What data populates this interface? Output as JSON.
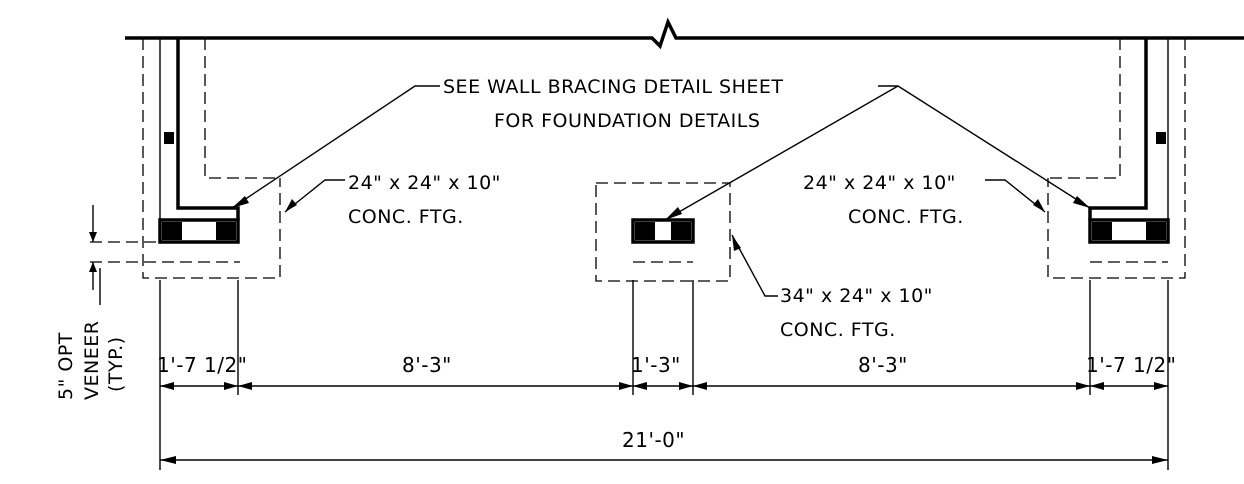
{
  "notes": {
    "bracing_line1": "SEE WALL BRACING DETAIL SHEET",
    "bracing_line2": "FOR FOUNDATION DETAILS",
    "left_ftg_line1": "24\" x 24\" x 10\"",
    "left_ftg_line2": "CONC. FTG.",
    "right_ftg_line1": "24\" x 24\" x 10\"",
    "right_ftg_line2": "CONC. FTG.",
    "center_ftg_line1": "34\" x 24\" x 10\"",
    "center_ftg_line2": "CONC. FTG.",
    "veneer_line1": "5\" OPT",
    "veneer_line2": "VENEER",
    "veneer_line3": "(TYP.)"
  },
  "dimensions": {
    "left_wall": "1'-7 1/2\"",
    "left_span": "8'-3\"",
    "center_beam": "1'-3\"",
    "right_span": "8'-3\"",
    "right_wall": "1'-7 1/2\"",
    "overall": "21'-0\""
  }
}
